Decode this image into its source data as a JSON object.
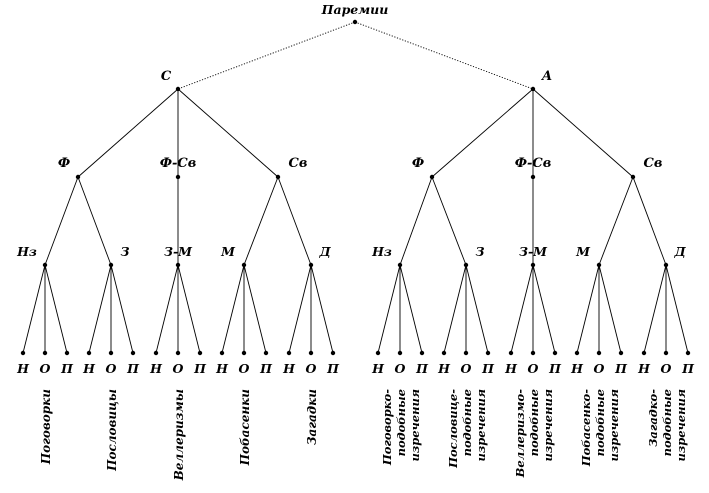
{
  "root": "Паремии",
  "level1": [
    "С",
    "А"
  ],
  "level2": [
    "Ф",
    "Ф-Св",
    "Св"
  ],
  "level3": [
    "Нз",
    "З",
    "З-М",
    "М",
    "Д"
  ],
  "leaf_letters": [
    "Н",
    "О",
    "П"
  ],
  "genres_left": [
    [
      "Поговорки"
    ],
    [
      "Пословицы"
    ],
    [
      "Веллеризмы"
    ],
    [
      "Побасенки"
    ],
    [
      "Загадки"
    ]
  ],
  "genres_right": [
    [
      "Поговорко-",
      "подобные",
      "изречения"
    ],
    [
      "Пословице-",
      "подобные",
      "изречения"
    ],
    [
      "Веллеризмо-",
      "подобные",
      "изречения"
    ],
    [
      "Побасенко-",
      "подобные",
      "изречения"
    ],
    [
      "Загадко-",
      "подобные",
      "изречения"
    ]
  ]
}
